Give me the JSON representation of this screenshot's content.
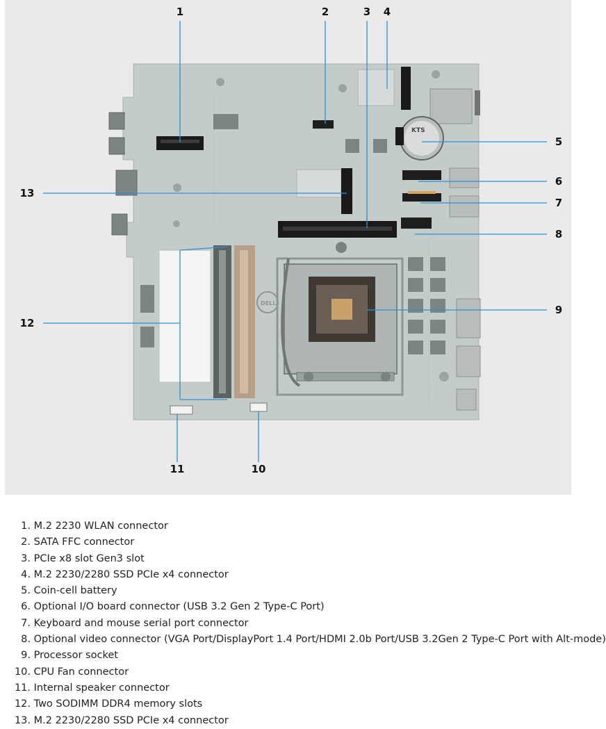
{
  "figure": {
    "board_marks": {
      "brand": "DELL",
      "battery_text": "KTS"
    },
    "callouts": [
      "1",
      "2",
      "3",
      "4",
      "5",
      "6",
      "7",
      "8",
      "9",
      "10",
      "11",
      "12",
      "13"
    ]
  },
  "legend": [
    {
      "num": "1.",
      "text": "M.2 2230 WLAN connector"
    },
    {
      "num": "2.",
      "text": "SATA FFC connector"
    },
    {
      "num": "3.",
      "text": "PCIe x8 slot Gen3 slot"
    },
    {
      "num": "4.",
      "text": "M.2 2230/2280 SSD PCIe x4 connector"
    },
    {
      "num": "5.",
      "text": "Coin-cell battery"
    },
    {
      "num": "6.",
      "text": "Optional I/O board connector (USB 3.2 Gen 2 Type-C Port)"
    },
    {
      "num": "7.",
      "text": "Keyboard and mouse serial port connector"
    },
    {
      "num": "8.",
      "text": "Optional video connector (VGA Port/DisplayPort 1.4 Port/HDMI 2.0b Port/USB 3.2Gen 2 Type-C Port with Alt-mode)"
    },
    {
      "num": "9.",
      "text": "Processor socket"
    },
    {
      "num": "10.",
      "text": "CPU Fan connector"
    },
    {
      "num": "11.",
      "text": "Internal speaker connector"
    },
    {
      "num": "12.",
      "text": "Two SODIMM DDR4 memory slots"
    },
    {
      "num": "13.",
      "text": "M.2 2230/2280 SSD PCIe x4 connector"
    }
  ],
  "colors": {
    "board": "#c4ccc9",
    "leader": "#2e8fd6",
    "figure_bg": "#eaeaea"
  }
}
